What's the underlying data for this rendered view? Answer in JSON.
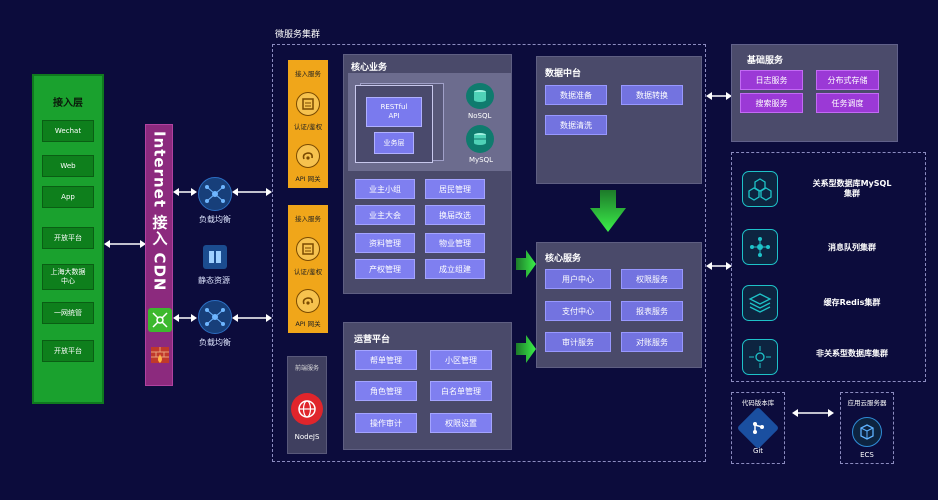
{
  "access_layer": {
    "title": "接入层",
    "items": [
      "Wechat",
      "Web",
      "App",
      "开放平台",
      "上海大数据\n中心",
      "一网统管",
      "开放平台"
    ]
  },
  "cdn": {
    "title": "Internet 接入 CDN",
    "load_balancer_label_1": "负载均衡",
    "static_label": "静态资源",
    "load_balancer_label_2": "负载均衡"
  },
  "microservice_cluster": {
    "title": "微服务集群",
    "gateway_1": {
      "title": "接入服务",
      "auth_label": "认证/鉴权",
      "api_label": "API 网关"
    },
    "gateway_2": {
      "title": "接入服务",
      "auth_label": "认证/鉴权",
      "api_label": "API 网关"
    },
    "frontend": {
      "title": "前端服务",
      "label": "NodeJS"
    },
    "core_business": {
      "title": "核心业务",
      "restful_label": "RESTful\nAPI",
      "business_layer_label": "业务层",
      "nosql_label": "NoSQL",
      "mysql_label": "MySQL",
      "chips": [
        "业主小组",
        "居民管理",
        "业主大会",
        "换届改选",
        "资料管理",
        "物业管理",
        "产权管理",
        "成立组建"
      ]
    },
    "data_platform": {
      "title": "数据中台",
      "chips": [
        "数据准备",
        "数据转换",
        "数据清洗"
      ]
    },
    "core_services": {
      "title": "核心服务",
      "chips": [
        "用户中心",
        "权限服务",
        "支付中心",
        "报表服务",
        "审计服务",
        "对账服务"
      ]
    },
    "ops_platform": {
      "title": "运营平台",
      "chips": [
        "帮单管理",
        "小区管理",
        "角色管理",
        "白名单管理",
        "操作审计",
        "权限设置"
      ]
    }
  },
  "base_services": {
    "title": "基础服务",
    "chips": [
      "日志服务",
      "分布式存储",
      "搜索服务",
      "任务调度"
    ]
  },
  "infra": {
    "items": [
      "关系型数据库MySQL\n集群",
      "消息队列集群",
      "缓存Redis集群",
      "非关系型数据库集群"
    ]
  },
  "code_repo": {
    "title": "代码版本库",
    "label": "Git"
  },
  "cloud_server": {
    "title": "应用云服务器",
    "label": "ECS"
  },
  "colors": {
    "background": "#0c0c3c",
    "access_green": "#1aa12e",
    "cdn_purple": "#8c2a7e",
    "gateway_orange": "#f0a61a",
    "chip_blue": "#7f7ff0",
    "base_purple": "#9b39d6",
    "arrow_green": "#2fdc3a"
  },
  "icons": [
    "wechat-like",
    "load-balancer-icon",
    "static-resource-icon",
    "cdn-network-icon",
    "firewall-icon",
    "auth-icon",
    "api-gateway-icon",
    "nodejs-globe-icon",
    "nosql-icon",
    "mysql-icon",
    "git-icon",
    "ecs-icon"
  ]
}
